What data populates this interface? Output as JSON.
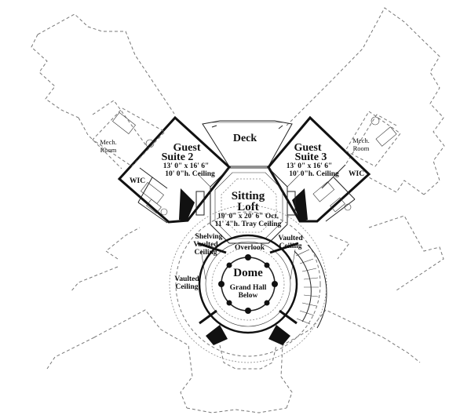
{
  "rooms": {
    "deck": "Deck",
    "suite2_line1": "Guest",
    "suite2_line2": "Suite 2",
    "suite2_dims": "13' 0\" x 16' 6\"",
    "suite2_ceiling": "10' 0\"h. Ceiling",
    "suite3_line1": "Guest",
    "suite3_line2": "Suite 3",
    "suite3_dims": "13' 0\" x 16' 6\"",
    "suite3_ceiling": "10' 0\"h. Ceiling",
    "mech_left_1": "Mech.",
    "mech_left_2": "Room",
    "mech_right_1": "Mech.",
    "mech_right_2": "Room",
    "wic_left": "WIC",
    "wic_right": "WIC",
    "loft_1": "Sitting",
    "loft_2": "Loft",
    "loft_dims": "19' 0\" x 20' 6\" Oct.",
    "loft_ceiling": "11' 4\"h. Tray Ceiling",
    "shelving_1": "Shelving",
    "shelving_2": "Vaulted",
    "shelving_3": "Ceiling",
    "overlook": "Overlook",
    "vaulted_right_1": "Vaulted",
    "vaulted_right_2": "Ceiling",
    "vaulted_left_1": "Vaulted",
    "vaulted_left_2": "Ceiling",
    "dome": "Dome",
    "grand_hall_1": "Grand Hall",
    "grand_hall_2": "Below"
  }
}
